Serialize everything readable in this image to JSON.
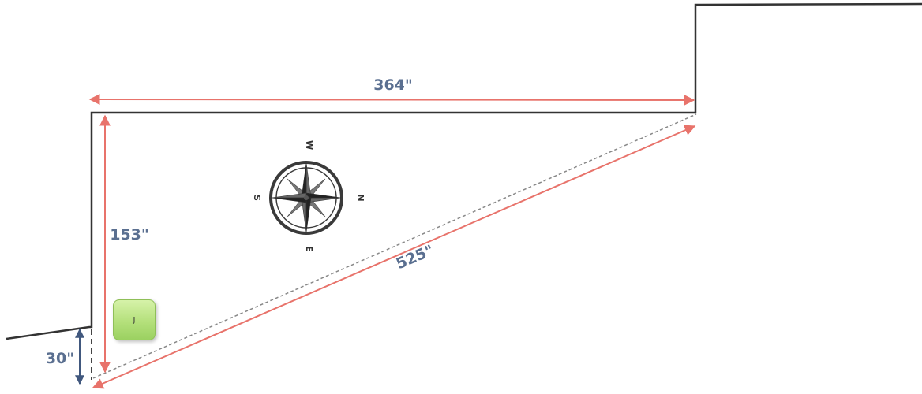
{
  "dimensions": {
    "top": "364\"",
    "left": "153\"",
    "diagonal": "525\"",
    "step": "30\""
  },
  "compass": {
    "north": "N",
    "south": "S",
    "east": "E",
    "west": "W"
  },
  "marker": {
    "label": "J"
  },
  "colors": {
    "outline": "#333333",
    "dimension_arrow": "#e8736b",
    "step_arrow": "#41587e",
    "dashed_line": "#888888",
    "label_text": "#5a6f90",
    "marker_fill": "#b4e07b"
  },
  "icons": {
    "compass": "compass-rose-icon"
  }
}
